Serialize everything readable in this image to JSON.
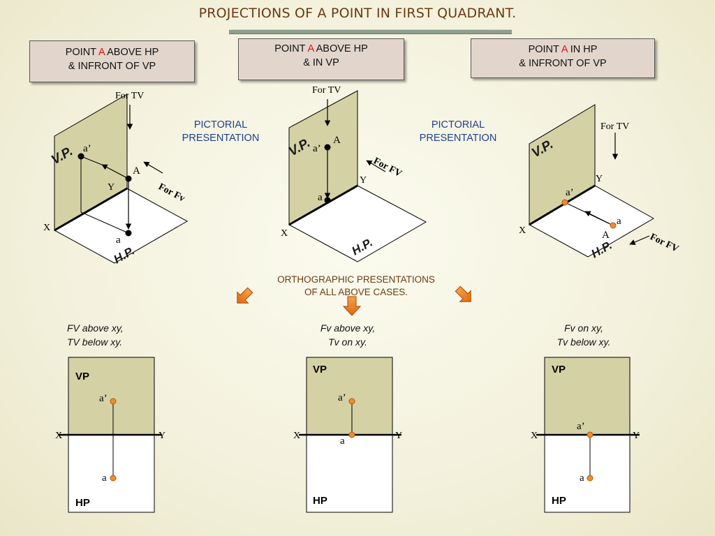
{
  "title": "PROJECTIONS OF A POINT IN FIRST QUADRANT.",
  "cases": [
    {
      "line1_pre": "POINT ",
      "point": "A",
      "line1_post": " ABOVE HP",
      "line2": "& INFRONT OF VP"
    },
    {
      "line1_pre": "POINT ",
      "point": "A",
      "line1_post": " ABOVE HP",
      "line2": "& IN VP"
    },
    {
      "line1_pre": "POINT ",
      "point": "A",
      "line1_post": " IN HP",
      "line2": "& INFRONT OF VP"
    }
  ],
  "pictorial": {
    "line1": "PICTORIAL",
    "line2": "PRESENTATION"
  },
  "ortho": {
    "line1": "ORTHOGRAPHIC PRESENTATIONS",
    "line2": "OF ALL ABOVE CASES."
  },
  "labels": {
    "for_tv": "For TV",
    "for_fv_1": "For Fv",
    "for_fv_2": "For FV",
    "vp_plane": "V.P.",
    "hp_plane": "H.P.",
    "x": "X",
    "y": "Y",
    "A": "A",
    "a": "a",
    "a_prime": "a’",
    "vp": "VP",
    "hp": "HP"
  },
  "captions": [
    {
      "line1": "FV above xy,",
      "line2": "TV below xy."
    },
    {
      "line1": "Fv above xy,",
      "line2": "Tv on xy."
    },
    {
      "line1": "Fv on xy,",
      "line2": "Tv below xy."
    }
  ],
  "colors": {
    "vp_fill": "#d4d1a5",
    "point_orange": "#f08c2a",
    "arrow_orange": "#f07c1c",
    "title_brown": "#6b3a12"
  }
}
